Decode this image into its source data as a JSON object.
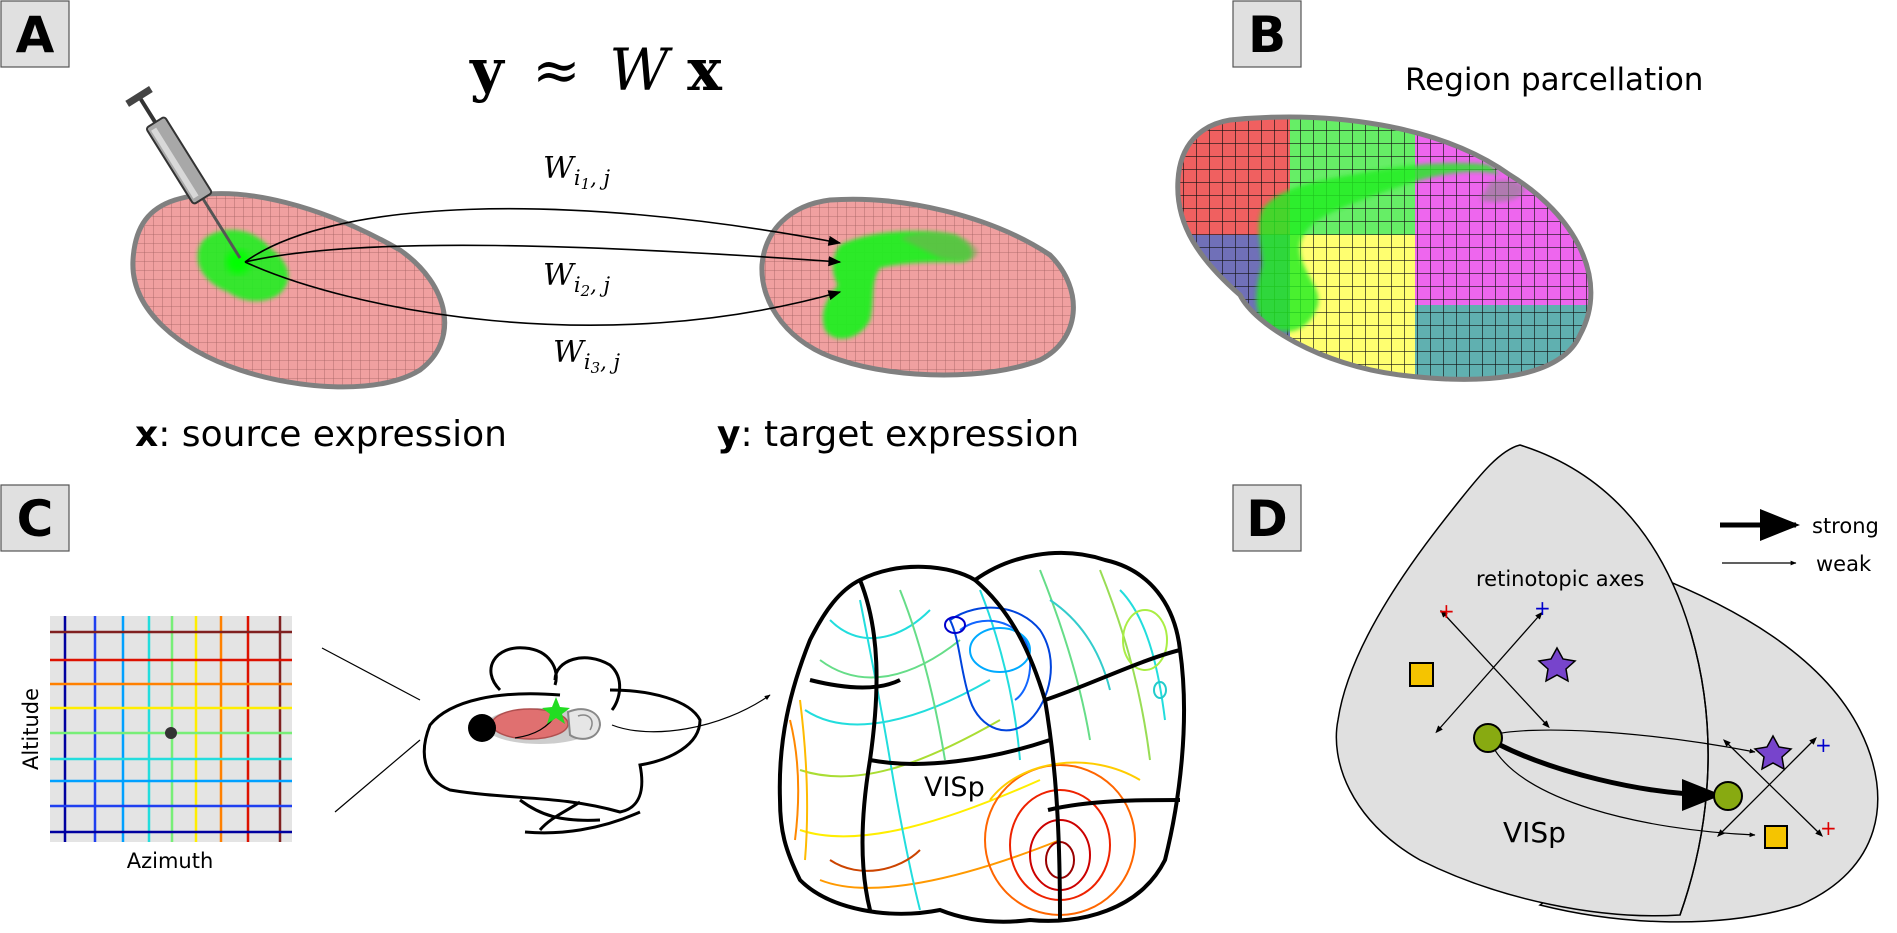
{
  "panel_labels": {
    "a": "A",
    "b": "B",
    "c": "C",
    "d": "D"
  },
  "panel_a": {
    "equation": {
      "y": "y",
      "approx": "≈",
      "W": "W",
      "x": "x"
    },
    "weights": [
      {
        "base": "W",
        "sub": "i",
        "subsub": "1",
        "tail": ", j"
      },
      {
        "base": "W",
        "sub": "i",
        "subsub": "2",
        "tail": ", j"
      },
      {
        "base": "W",
        "sub": "i",
        "subsub": "3",
        "tail": ", j"
      }
    ],
    "source_label": {
      "var": "x",
      "text": ": source expression"
    },
    "target_label": {
      "var": "y",
      "text": ": target expression"
    }
  },
  "panel_b": {
    "title": "Region parcellation"
  },
  "panel_c": {
    "altitude": "Altitude",
    "azimuth": "Azimuth",
    "visp": "VISp"
  },
  "panel_d": {
    "legend_strong": "strong",
    "legend_weak": "weak",
    "axes_label": "retinotopic axes",
    "visp": "VISp",
    "plus": "+"
  },
  "colors": {
    "injection_green": "#22ee22",
    "brain_pink": "#f0a0a0",
    "outline_gray": "#808080",
    "panel_bg": "#e0e0e0",
    "grid_red": "#f06060",
    "grid_green": "#66ee66",
    "grid_magenta": "#ee66ee",
    "grid_blue": "#7070b8",
    "grid_yellow": "#ffff70",
    "grid_teal": "#60b0b0",
    "star_purple": "#7744cc",
    "square_yellow": "#f5c400",
    "circle_olive": "#88aa11"
  },
  "icons": [
    "syringe-icon",
    "mouse-head-icon",
    "star-icon",
    "square-icon",
    "circle-node-icon"
  ]
}
